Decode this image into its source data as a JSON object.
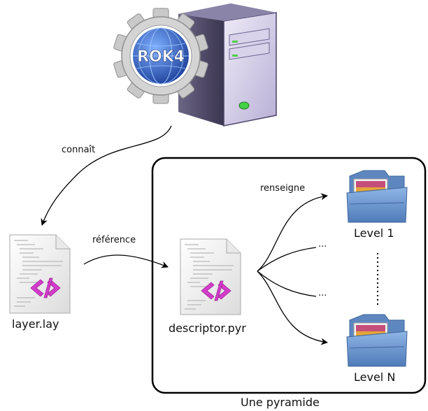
{
  "logo": {
    "text": "ROK4"
  },
  "edges": {
    "knows": "connaît",
    "references": "référence",
    "fills": "renseigne"
  },
  "files": {
    "layer": "layer.lay",
    "descriptor": "descriptor.pyr"
  },
  "pyramid": {
    "caption": "Une pyramide",
    "levels": [
      "Level 1",
      "Level N"
    ],
    "ellipsis": "..."
  },
  "colors": {
    "gear": "#c8c8c8",
    "globe": "#2b55b8",
    "server": "#d9d3ea",
    "folder": "#6f98cf",
    "xml_icon": "#d23cc8"
  }
}
